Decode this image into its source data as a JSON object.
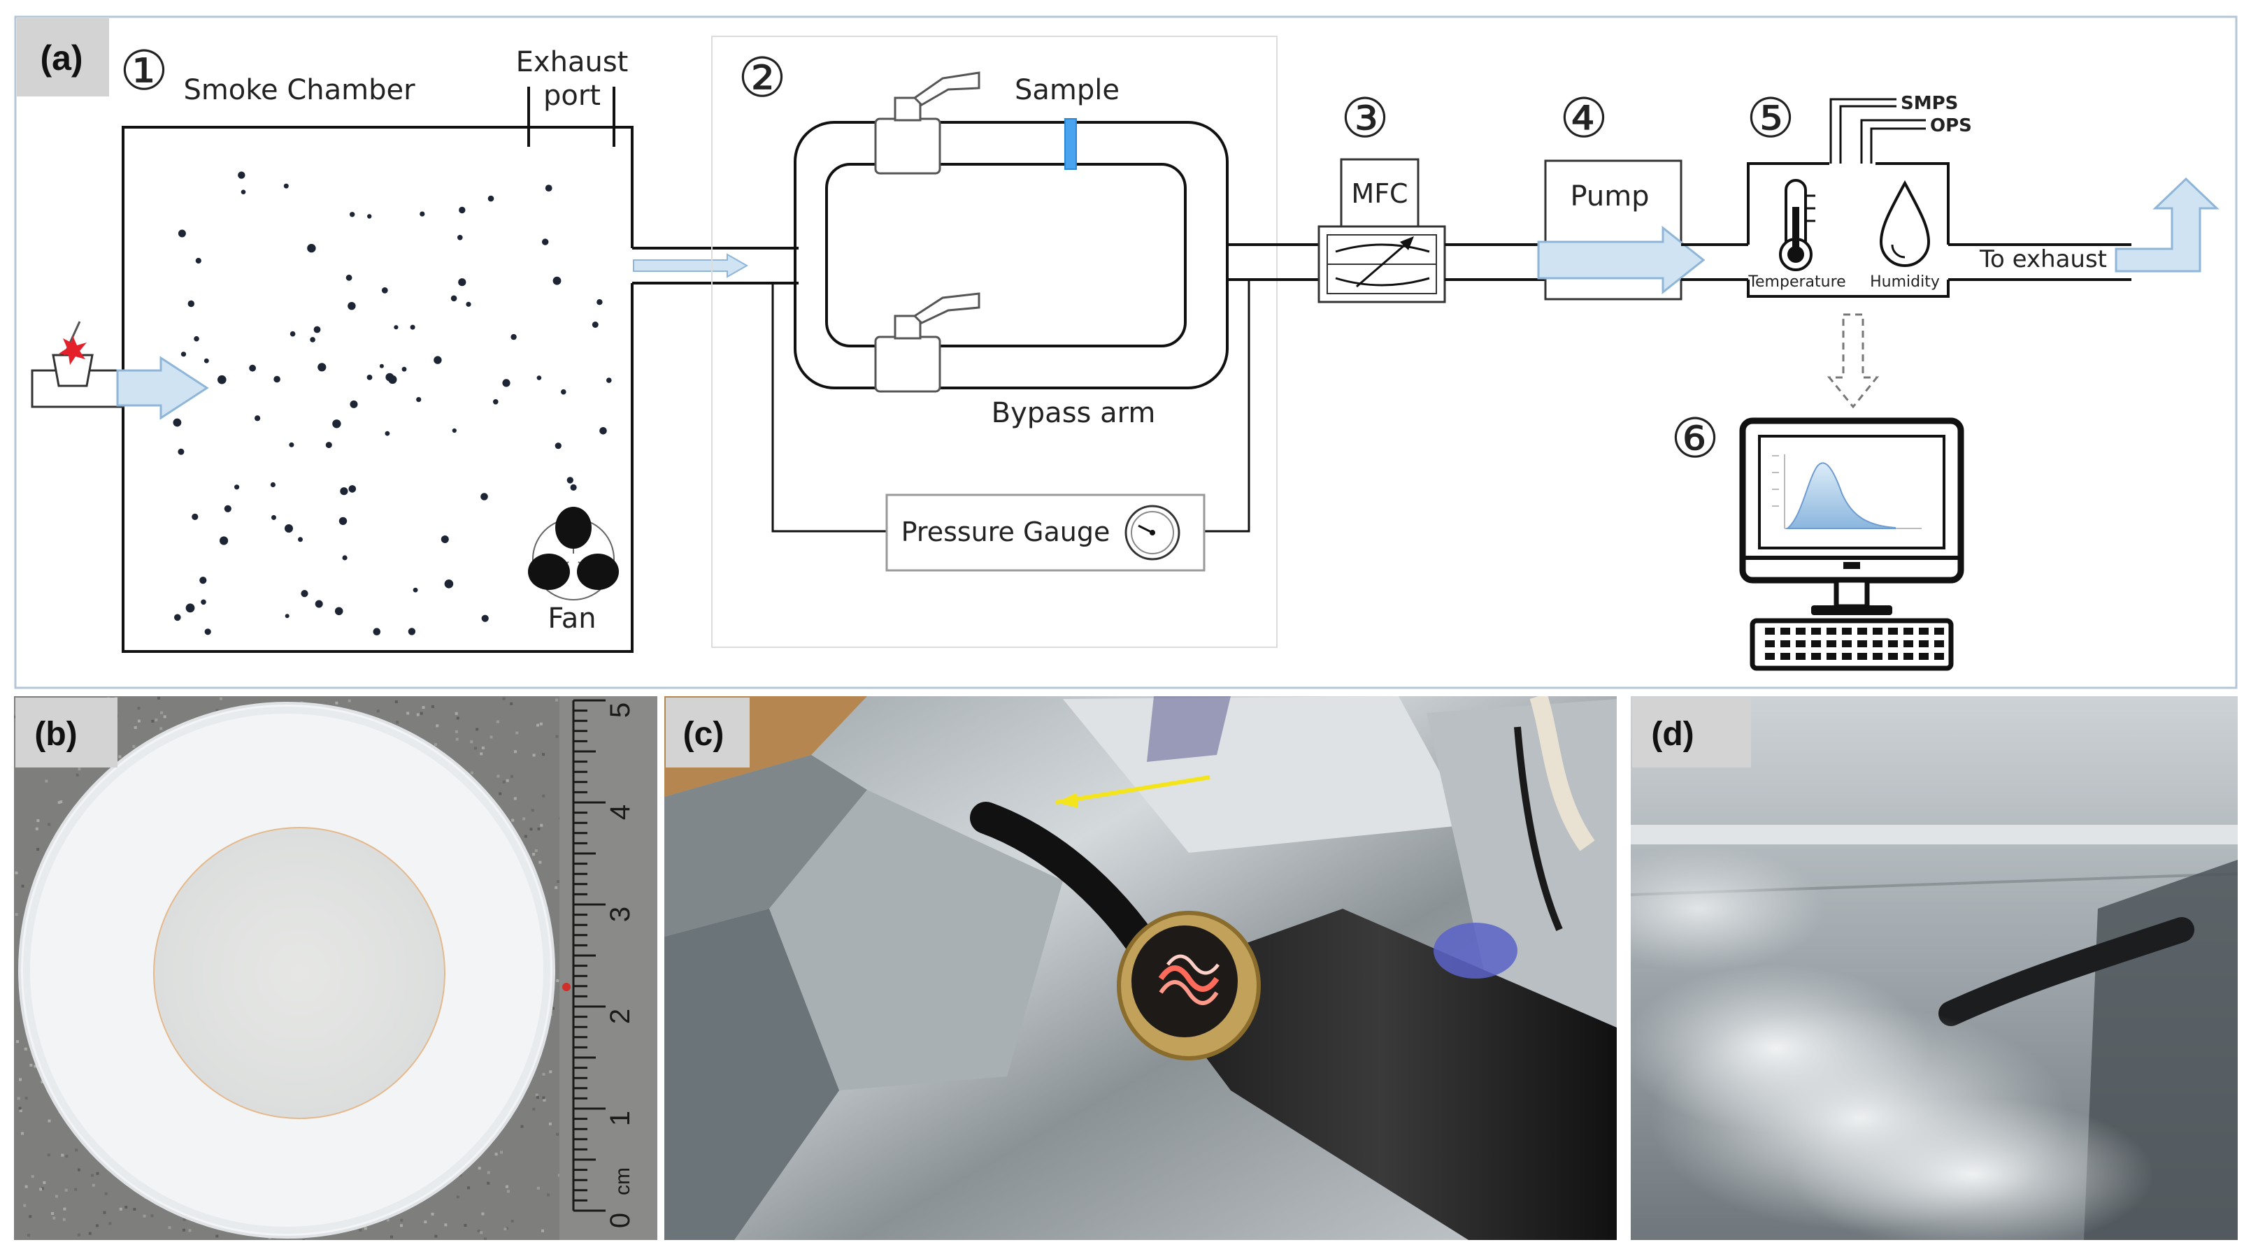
{
  "panels": {
    "a": "(a)",
    "b": "(b)",
    "c": "(c)",
    "d": "(d)"
  },
  "steps": [
    "①",
    "②",
    "③",
    "④",
    "⑤",
    "⑥"
  ],
  "labels": {
    "smoke_chamber": "Smoke Chamber",
    "exhaust_1": "Exhaust",
    "exhaust_2": "port",
    "fan": "Fan",
    "sample": "Sample",
    "bypass_arm": "Bypass arm",
    "pressure_gauge": "Pressure Gauge",
    "mfc": "MFC",
    "pump": "Pump",
    "smps": "SMPS",
    "ops": "OPS",
    "temperature": "Temperature",
    "humidity": "Humidity",
    "to_exhaust": "To exhaust"
  },
  "ruler": {
    "numbers": [
      "5",
      "4",
      "3",
      "2",
      "1",
      "0"
    ],
    "unit": "cm"
  },
  "colors": {
    "arrow_fill": "#cfe3f3",
    "arrow_stroke": "#8fb6d8",
    "sample_filter": "#4aa3ef",
    "line": "#111111",
    "grey_line": "#777777",
    "label_bg": "#d3d3d3",
    "frame": "#b5c7d6"
  }
}
